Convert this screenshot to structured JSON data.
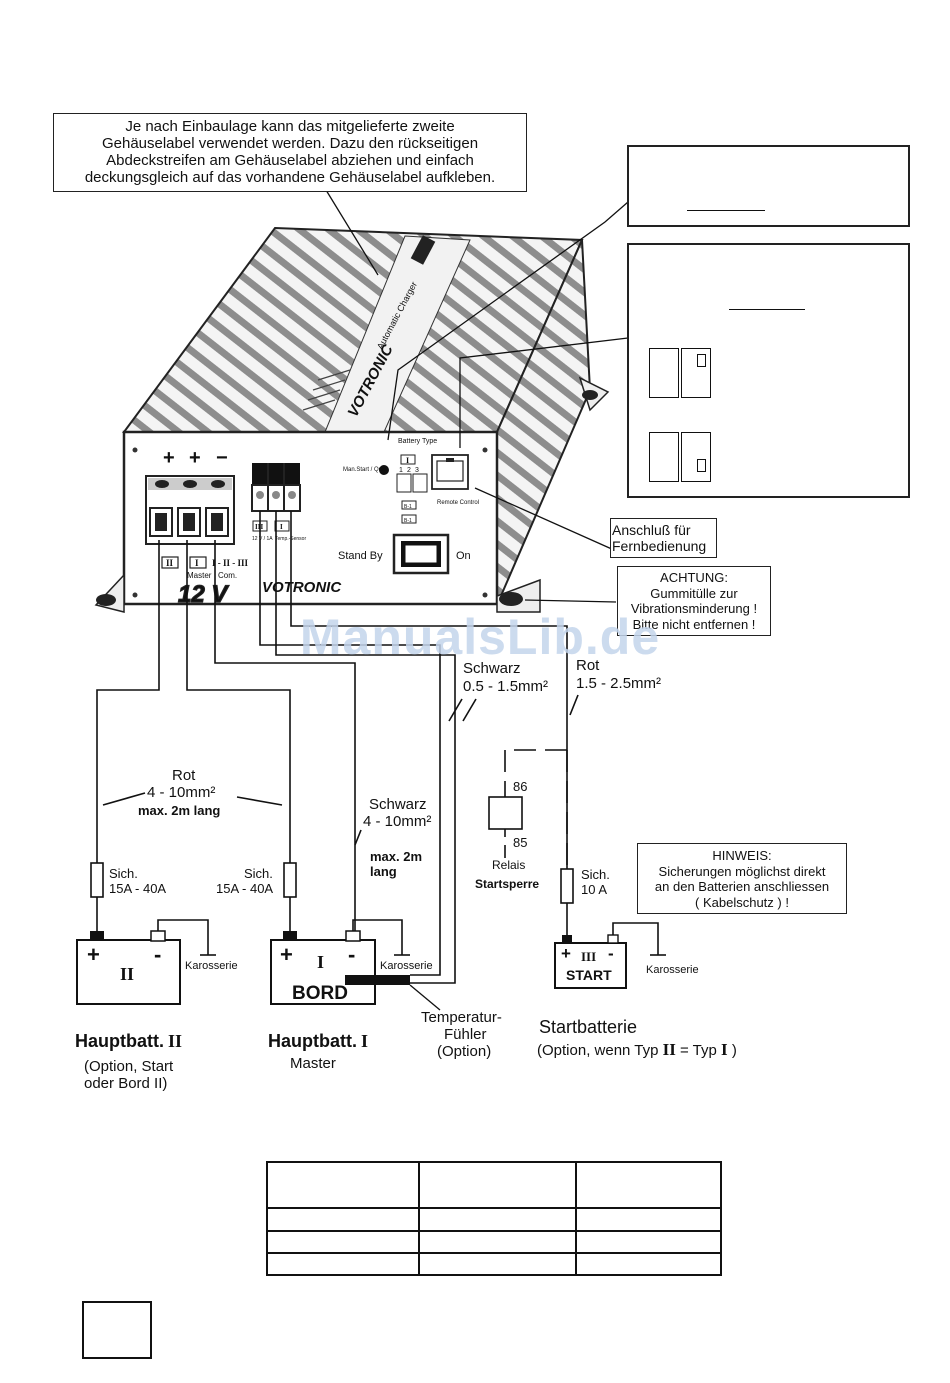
{
  "note_label": {
    "lines": [
      "Je nach Einbaulage kann das mitgelieferte zweite",
      "Gehäuselabel verwendet werden. Dazu den rückseitigen",
      "Abdeckstreifen am Gehäuselabel abziehen und einfach",
      "deckungsgleich auf das vorhandene Gehäuselabel aufkleben."
    ]
  },
  "device": {
    "brand": "VOTRONIC",
    "top_label": "Automatic Charger",
    "terminals_signs": [
      "+",
      "+",
      "−"
    ],
    "terminal_labels": [
      "II",
      "I",
      "I - II - III"
    ],
    "terminal_sublabels": [
      "Master",
      "Com."
    ],
    "voltage": "12 V",
    "small_terminal_labels": [
      "III",
      "I"
    ],
    "small_terminal_sublabels": [
      "12 V / 1A",
      "Temp.-Sensor"
    ],
    "battery_type_label": "Battery Type",
    "battery_type_value": "I",
    "switch_numbers": [
      "1",
      "2",
      "3"
    ],
    "main_start_label": "Man.Start / Quitt.",
    "dip_labels": [
      "B-1",
      "B-1"
    ],
    "remote_label": "Remote Control",
    "standby_label": "Stand By",
    "on_label": "On"
  },
  "callouts": {
    "remote": [
      "Anschluß für",
      "Fernbedienung"
    ],
    "achtung": [
      "ACHTUNG:",
      "Gummitülle zur",
      "Vibrationsminderung !",
      "Bitte nicht entfernen !"
    ],
    "hinweis": [
      "HINWEIS:",
      "Sicherungen möglichst direkt",
      "an den Batterien anschliessen",
      "( Kabelschutz ) !"
    ]
  },
  "wires": {
    "schwarz_small": [
      "Schwarz",
      "0.5 - 1.5mm²"
    ],
    "rot_small": [
      "Rot",
      "1.5 - 2.5mm²"
    ],
    "rot_main": [
      "Rot",
      "4 - 10mm²",
      "max. 2m lang"
    ],
    "schwarz_main": [
      "Schwarz",
      "4 - 10mm²",
      "max. 2m",
      "lang"
    ]
  },
  "relay": {
    "pin_top": "86",
    "pin_bottom": "85",
    "label": "Relais",
    "sublabel": "Startsperre"
  },
  "fuses": {
    "left": [
      "Sich.",
      "15A - 40A"
    ],
    "middle": [
      "Sich.",
      "15A - 40A"
    ],
    "right": [
      "Sich.",
      "10 A"
    ]
  },
  "batteries": {
    "b2": {
      "plus": "+",
      "minus": "-",
      "numeral": "II",
      "chassis": "Karosserie",
      "caption": "Hauptbatt.",
      "caption_num": "II",
      "sub": [
        "(Option, Start",
        "oder Bord II)"
      ]
    },
    "b1": {
      "plus": "+",
      "minus": "-",
      "numeral": "I",
      "name": "BORD",
      "chassis": "Karosserie",
      "caption": "Hauptbatt.",
      "caption_num": "I",
      "sub": [
        "Master"
      ]
    },
    "b3": {
      "plus": "+",
      "numeral": "III",
      "minus": "-",
      "name": "START",
      "chassis": "Karosserie",
      "caption": "Startbatterie",
      "sub_pre": "(Option, wenn Typ ",
      "sub_n1": "II",
      "sub_mid": " = Typ ",
      "sub_n2": "I",
      "sub_post": " )"
    }
  },
  "sensor": {
    "lines": [
      "Temperatur-",
      "Fühler",
      "(Option)"
    ]
  },
  "watermark": "ManualsLib.de",
  "colors": {
    "line": "#111111",
    "watermark": "#c4d5ec",
    "housing": "#e9e9e9"
  }
}
